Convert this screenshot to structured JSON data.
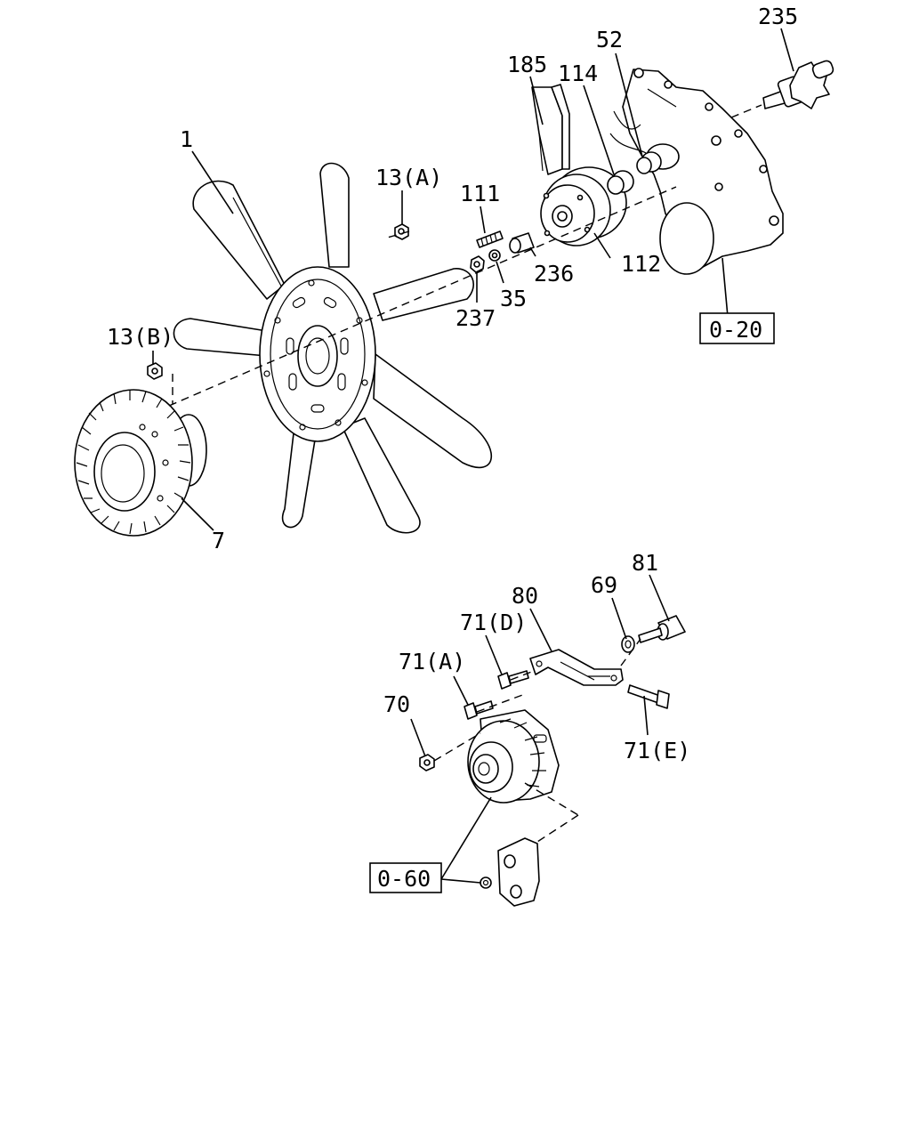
{
  "labels": {
    "p235": "235",
    "p52": "52",
    "p185": "185",
    "p114": "114",
    "p1": "1",
    "p13a": "13(A)",
    "p111": "111",
    "p236": "236",
    "p112": "112",
    "p35": "35",
    "p237": "237",
    "p13b": "13(B)",
    "p7": "7",
    "p81": "81",
    "p80": "80",
    "p69": "69",
    "p71d": "71(D)",
    "p71a": "71(A)",
    "p70": "70",
    "p71e": "71(E)"
  },
  "refs": {
    "r020": "0-20",
    "r060": "0-60"
  }
}
